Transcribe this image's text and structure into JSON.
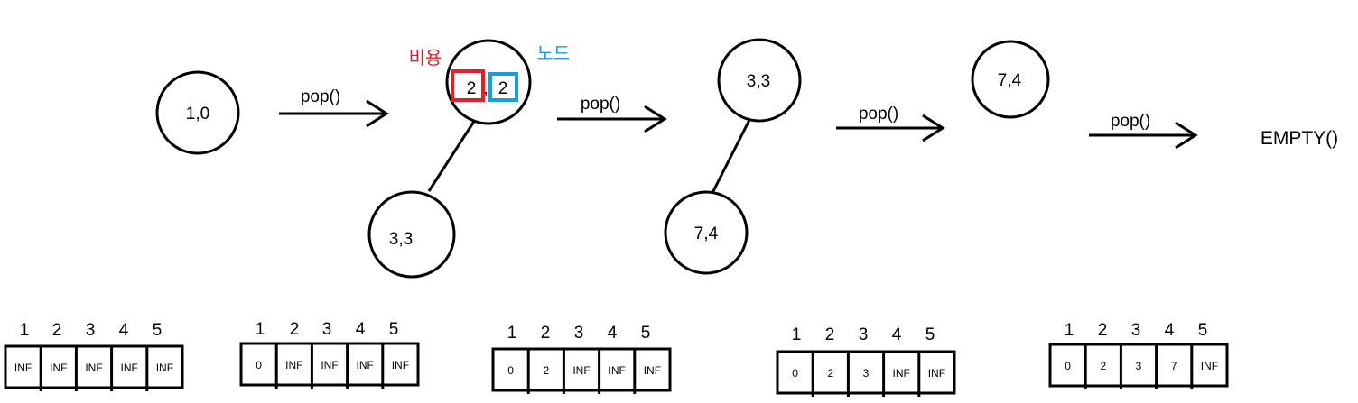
{
  "heap_states": [
    {
      "nodes": [
        {
          "text": "1,0"
        }
      ]
    },
    {
      "nodes": [
        {
          "cost": "2",
          "node": "2"
        },
        {
          "text": "3,3"
        }
      ]
    },
    {
      "nodes": [
        {
          "text": "3,3"
        },
        {
          "text": "7,4"
        }
      ]
    },
    {
      "nodes": [
        {
          "text": "7,4"
        }
      ]
    }
  ],
  "legend": {
    "cost_label": "비용",
    "node_label": "노드",
    "cost_color": "#e0202a",
    "node_color": "#1a9be0"
  },
  "operation_label": "pop()",
  "final_state": "EMPTY()",
  "distance_tables": [
    {
      "indices": [
        "1",
        "2",
        "3",
        "4",
        "5"
      ],
      "values": [
        "INF",
        "INF",
        "INF",
        "INF",
        "INF"
      ]
    },
    {
      "indices": [
        "1",
        "2",
        "3",
        "4",
        "5"
      ],
      "values": [
        "0",
        "INF",
        "INF",
        "INF",
        "INF"
      ]
    },
    {
      "indices": [
        "1",
        "2",
        "3",
        "4",
        "5"
      ],
      "values": [
        "0",
        "2",
        "INF",
        "INF",
        "INF"
      ]
    },
    {
      "indices": [
        "1",
        "2",
        "3",
        "4",
        "5"
      ],
      "values": [
        "0",
        "2",
        "3",
        "INF",
        "INF"
      ]
    },
    {
      "indices": [
        "1",
        "2",
        "3",
        "4",
        "5"
      ],
      "values": [
        "0",
        "2",
        "3",
        "7",
        "INF"
      ]
    }
  ]
}
